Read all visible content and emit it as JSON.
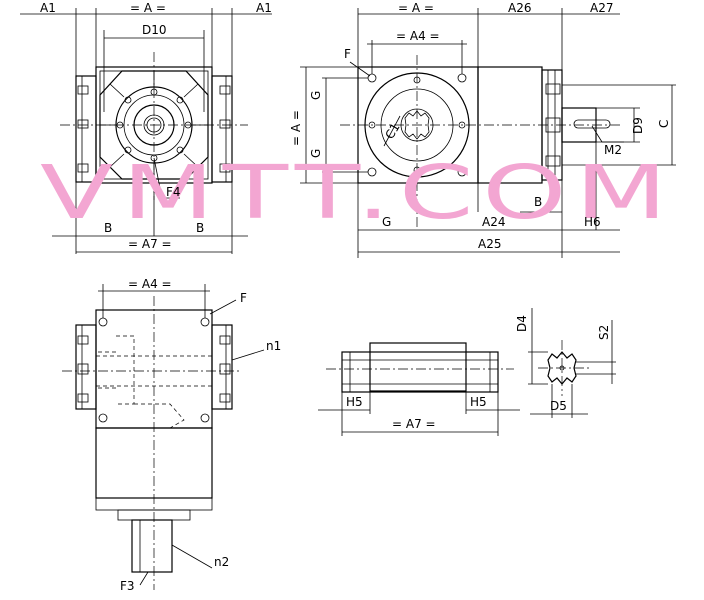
{
  "labels": {
    "A1_left": "A1",
    "A_top": "= A =",
    "A1_right": "A1",
    "D10": "D10",
    "F4": "F4",
    "B_left": "B",
    "B_right": "B",
    "A7_front": "= A7 =",
    "A_top2": "= A =",
    "A26": "A26",
    "A27": "A27",
    "F_top": "F",
    "A4_top": "= A4 =",
    "A_vert": "= A =",
    "G_up": "G",
    "G_down": "G",
    "C1": "C1",
    "D9": "D9",
    "C": "C",
    "M2": "M2",
    "B_side": "B",
    "H6": "H6",
    "G_bottom": "G",
    "A24": "A24",
    "A25": "A25",
    "A4_bottom": "= A4 =",
    "F_bottom": "F",
    "n1": "n1",
    "n2": "n2",
    "F3": "F3",
    "D4": "D4",
    "S2": "S2",
    "H5_left": "H5",
    "H5_right": "H5",
    "D5": "D5",
    "A7_shaft": "= A7 ="
  },
  "watermark": {
    "text": "VMTT.COM",
    "color": "#f3a6d2"
  }
}
